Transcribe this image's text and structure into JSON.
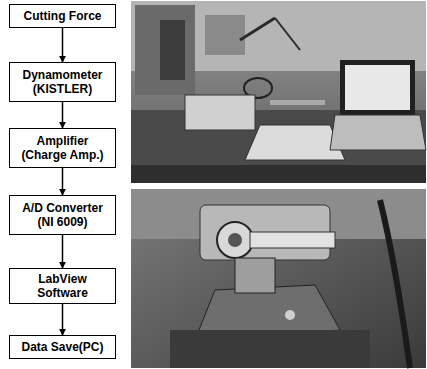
{
  "diagram": {
    "nodes": [
      {
        "text": [
          "Cutting Force"
        ]
      },
      {
        "text": [
          "Dynamometer (KISTLER)"
        ]
      },
      {
        "text": [
          "Amplifier (Charge Amp.)"
        ]
      },
      {
        "text": [
          "A/D Converter (NI 6009)"
        ]
      },
      {
        "text": [
          "LabView Software"
        ]
      },
      {
        "text": [
          "Data Save(PC)"
        ]
      }
    ],
    "edges": [
      {
        "from": 0,
        "to": 1,
        "arrow": "to"
      },
      {
        "from": 1,
        "to": 2,
        "arrow": "to"
      },
      {
        "from": 2,
        "to": 3,
        "arrow": "to"
      },
      {
        "from": 3,
        "to": 4,
        "arrow": "to"
      },
      {
        "from": 4,
        "to": 5,
        "arrow": "to"
      }
    ]
  }
}
